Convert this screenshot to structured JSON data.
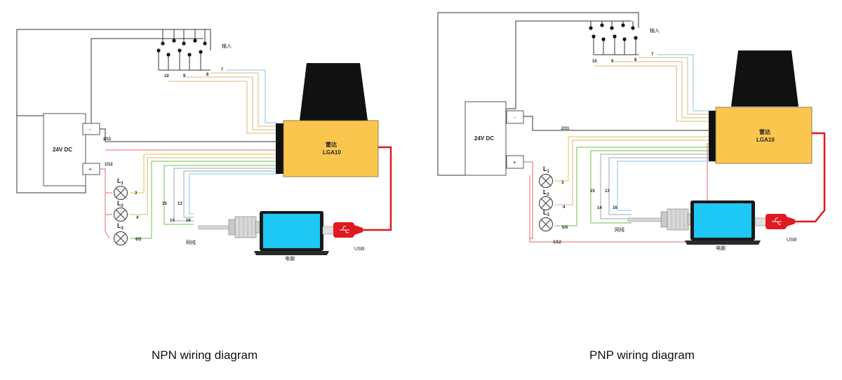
{
  "diagrams": [
    {
      "caption": "NPN wiring diagram",
      "power": {
        "label": "24V DC",
        "minus": "-",
        "plus": "+"
      },
      "radar": {
        "name": "雷达",
        "model": "LGA10"
      },
      "input_label": "输入",
      "pin_labels": {
        "p10": "10",
        "p9": "9",
        "p8": "8",
        "p7": "7",
        "p211": "2/11",
        "p112": "1/12",
        "p3": "3",
        "p4": "4",
        "p65": "6/5",
        "p15": "15",
        "p13": "13",
        "p14": "14",
        "p16": "16"
      },
      "lamps": [
        {
          "label": "L",
          "sub": "1"
        },
        {
          "label": "L",
          "sub": "2"
        },
        {
          "label": "L",
          "sub": "3"
        }
      ],
      "network_label": "网线",
      "computer_label": "电脑",
      "usb_label": "USB"
    },
    {
      "caption": "PNP wiring diagram",
      "power": {
        "label": "24V DC",
        "minus": "-",
        "plus": "+"
      },
      "radar": {
        "name": "雷达",
        "model": "LGA10"
      },
      "input_label": "输入",
      "pin_labels": {
        "p10": "10",
        "p9": "9",
        "p8": "8",
        "p7": "7",
        "p211": "2/11",
        "p112": "1/12",
        "p3": "3",
        "p4": "4",
        "p65": "6/5",
        "p15": "15",
        "p13": "13",
        "p14": "14",
        "p16": "16"
      },
      "lamps": [
        {
          "label": "L",
          "sub": "1"
        },
        {
          "label": "L",
          "sub": "2"
        },
        {
          "label": "L",
          "sub": "3"
        }
      ],
      "network_label": "网线",
      "computer_label": "电脑",
      "usb_label": "USB"
    }
  ],
  "colors": {
    "radar_body": "#fbc64e",
    "radar_head": "#111111",
    "laptop_screen": "#1ec8f5",
    "usb_red": "#e0191e",
    "wire_blue": "#7ec8e3",
    "wire_tan": "#d9b77a",
    "wire_green": "#6cc24a",
    "wire_red": "#e36a6a",
    "wire_gray": "#9aa6b2"
  }
}
